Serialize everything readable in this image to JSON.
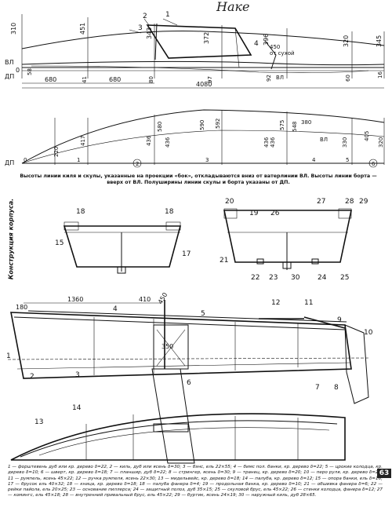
{
  "header_text": "Наке",
  "profile": {
    "heights_top": [
      "310",
      "451",
      "343",
      "372",
      "396",
      "320",
      "345"
    ],
    "heights_low": [
      "41",
      "80",
      "97",
      "92",
      "60",
      "58",
      "16"
    ],
    "labels": [
      "ВЛ",
      "ДП",
      "ВЛ",
      "0"
    ],
    "dims": [
      "680",
      "680",
      "4080"
    ],
    "callouts": [
      "1",
      "2",
      "3",
      "4"
    ],
    "notes": [
      "450",
      "от сухой",
      "ВЛ"
    ]
  },
  "plan": {
    "widths": [
      "220",
      "417",
      "436",
      "580",
      "590",
      "592",
      "575",
      "548",
      "436",
      "320",
      "436",
      "436",
      "330",
      "405"
    ],
    "stations": [
      "0",
      "1",
      "2",
      "3",
      "4",
      "5",
      "6"
    ],
    "labels": [
      "ДП",
      "ВЛ"
    ],
    "note": "380"
  },
  "caption": "Высоты линии киля и скулы, указанные на проекции «бок», откладываются вниз от ватерлинии ВЛ. Высоты линии борта — вверх от ВЛ. Полуширины линии скулы и борта указаны от ДП.",
  "side_title": "Конструкция корпуса.",
  "section_left": {
    "numbers": [
      "18",
      "18",
      "15",
      "17"
    ]
  },
  "section_right": {
    "numbers": [
      "20",
      "19",
      "26",
      "27",
      "28",
      "29",
      "21",
      "22",
      "23",
      "30",
      "24",
      "25"
    ]
  },
  "longitudinal": {
    "dims": [
      "1360",
      "410",
      "450",
      "180",
      "350"
    ],
    "numbers": [
      "12",
      "11",
      "4",
      "6",
      "5",
      "9",
      "10",
      "1",
      "2",
      "3",
      "7",
      "8",
      "14",
      "13"
    ]
  },
  "legend": "1 — форштевень дуб или кр. дерево δ=22, 2 — киль, дуб или ясень δ=30; 3 — бэнс, ель 22×55; 4 — бимс пол. банки, кр. дерево δ=22; 5 — црокие колодца, кр. дерево δ=10; 6 — шверт, кр. дерево δ=18; 7 — планшир, дуб δ=22; 8 — стрингер, ясень δ=30; 9 — транец, кр. дерево δ=20; 10 — перо руля, кр. дерево δ=22; 11 — румпель, ясень 45×22; 12 — ручка румпеля, ясень 22×30; 13 — мидельвейс, кр. дерево δ=18; 14 — палуба, кр. дерево δ=12; 15 — опора банки, ель δ=16; 17 — брусок ель 40×32; 18 — кница, кр. дерево δ=18; 18 — палуба фанера δ=4; 19 — продольная банка, кр. дерево δ=10; 21 — обшивка фанера δ=6; 22 — рейки пайола, ель 20×25; 23 — основание пиллерса; 24 — защитный полоз, дуб 35×15; 25 — скуловой брус, ель 45×22; 26 — стенки колодца, фанера δ=12; 27 — комингс, ель 45×18; 28 — внутренний привальный брус, ель 45×22; 29 — буртик, ясень 24×19; 30 — наружный киль, дуб 28×65.",
  "page_number": "63"
}
